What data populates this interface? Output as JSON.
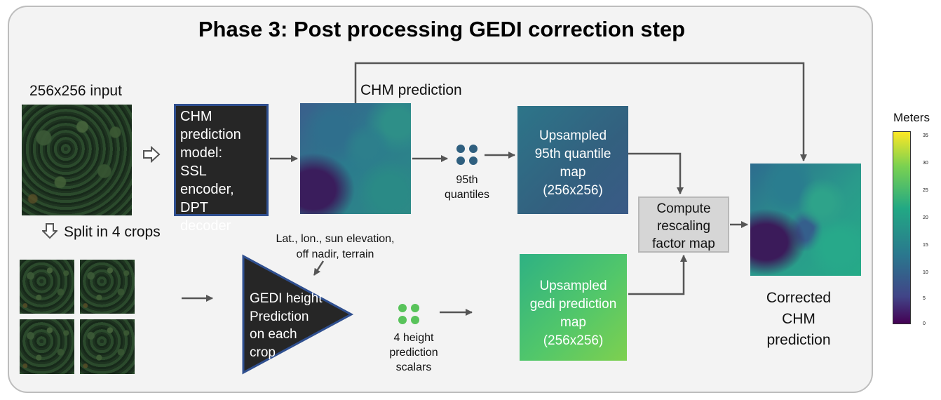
{
  "title": "Phase 3: Post processing GEDI correction step",
  "input_label": "256x256 input",
  "split_label": "Split in 4 crops",
  "chm_model": {
    "lines": [
      "CHM",
      "prediction",
      "model:",
      "SSL encoder,",
      "DPT decoder"
    ]
  },
  "chm_prediction_label": "CHM prediction",
  "quantiles_label": [
    "95th",
    "quantiles"
  ],
  "upsampled95": {
    "lines": [
      "Upsampled",
      "95th quantile",
      "map",
      "(256x256)"
    ]
  },
  "metadata_label": [
    "Lat., lon., sun elevation,",
    "off nadir, terrain"
  ],
  "gedi_model": {
    "lines": [
      "GEDI height",
      "Prediction",
      "on each",
      "crop"
    ]
  },
  "height_scalars_label": [
    "4 height",
    "prediction",
    "scalars"
  ],
  "upsampled_gedi": {
    "lines": [
      "Upsampled",
      "gedi prediction",
      "map",
      "(256x256)"
    ]
  },
  "rescaling": {
    "lines": [
      "Compute",
      "rescaling",
      "factor map"
    ]
  },
  "corrected_label": [
    "Corrected",
    "CHM",
    "prediction"
  ],
  "colorbar": {
    "title": "Meters",
    "ticks": [
      "35",
      "30",
      "25",
      "20",
      "15",
      "10",
      "5",
      "0"
    ]
  },
  "colors": {
    "dot_quantile": "#2f5f7f",
    "dot_gedi": "#58c35a",
    "arrow": "#555555",
    "chm_model_border": "#2f4f8f"
  },
  "icons": {
    "hollow_right_arrow": "hollow-right-arrow-icon",
    "hollow_down_arrow": "hollow-down-arrow-icon"
  }
}
